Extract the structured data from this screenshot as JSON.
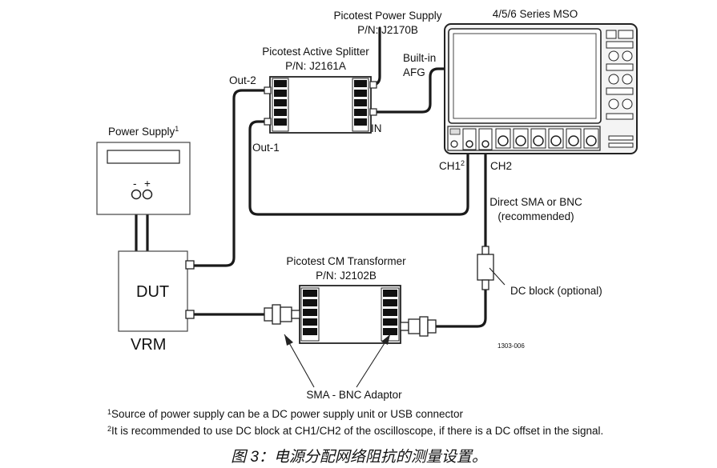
{
  "labels": {
    "picotest_power_supply": "Picotest Power Supply",
    "power_supply_pn": "P/N: J2170B",
    "mso": "4/5/6 Series MSO",
    "splitter": "Picotest Active Splitter",
    "splitter_pn": "P/N: J2161A",
    "builtin": "Built-in",
    "afg": "AFG",
    "out2": "Out-2",
    "out1": "Out-1",
    "in": "IN",
    "power_supply": "Power Supply",
    "power_supply_sup": "1",
    "minus": "-",
    "plus": "+",
    "ch1": "CH1",
    "ch1_sup": "2",
    "ch2": "CH2",
    "direct_sma": "Direct SMA or BNC",
    "recommended": "(recommended)",
    "dut": "DUT",
    "vrm": "VRM",
    "cm_transformer": "Picotest CM Transformer",
    "cm_pn": "P/N: J2102B",
    "dc_block": "DC block (optional)",
    "fig_number": "1303-006",
    "adaptor": "SMA - BNC Adaptor"
  },
  "footnotes": {
    "note1_sup": "1",
    "note1": "Source of power supply can be a DC power supply unit or USB connector",
    "note2_sup": "2",
    "note2": "It is recommended to use DC block at CH1/CH2 of the oscilloscope, if there is a DC offset in the signal."
  },
  "caption": "图 3：电源分配网络阻抗的测量设置。"
}
